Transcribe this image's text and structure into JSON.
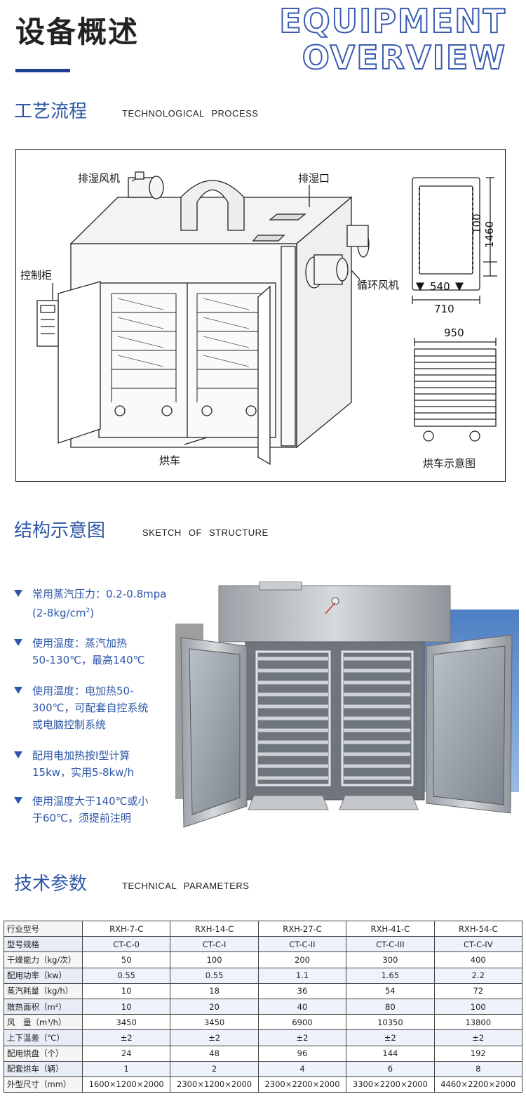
{
  "header": {
    "title_cn": "设备概述",
    "title_en_line1": "EQUIPMENT",
    "title_en_line2": "OVERVIEW",
    "accent_color": "#2d56a8"
  },
  "process": {
    "title_cn": "工艺流程",
    "title_en": "TECHNOLOGICAL PROCESS",
    "labels": {
      "dehumid_fan": "排湿风机",
      "dehumid_port": "排湿口",
      "control_cabinet": "控制柜",
      "circulation_fan": "循环风机",
      "cart": "烘车",
      "cart_diagram": "烘车示意图"
    },
    "dims": {
      "d100": "100",
      "d1460": "1460",
      "d540": "540",
      "d710": "710",
      "d950": "950"
    }
  },
  "structure": {
    "title_cn": "结构示意图",
    "title_en": "SKETCH OF STRUCTURE",
    "bullets": [
      {
        "line1": "常用蒸汽压力：0.2-0.8mpa",
        "line2": "(2-8kg/cm",
        "sup": "2",
        "tail": ")"
      },
      {
        "line1": "使用温度：蒸汽加热",
        "line2": "50-130℃，最高140℃"
      },
      {
        "line1": "使用温度：电加热50-",
        "line2": "300℃，可配套自控系统",
        "line3": "或电脑控制系统"
      },
      {
        "line1": "配用电加热按Ⅰ型计算",
        "line2": "15kw，实用5-8kw/h"
      },
      {
        "line1": "使用温度大于140℃或小",
        "line2": "于60℃，须提前注明"
      }
    ]
  },
  "params": {
    "title_cn": "技术参数",
    "title_en": "TECHNICAL PARAMETERS",
    "rows": [
      {
        "label": "行业型号",
        "values": [
          "RXH-7-C",
          "RXH-14-C",
          "RXH-27-C",
          "RXH-41-C",
          "RXH-54-C"
        ]
      },
      {
        "label": "型号规格",
        "values": [
          "CT-C-0",
          "CT-C-I",
          "CT-C-II",
          "CT-C-III",
          "CT-C-IV"
        ]
      },
      {
        "label": "干燥能力（kg/次）",
        "values": [
          "50",
          "100",
          "200",
          "300",
          "400"
        ]
      },
      {
        "label": "配用功率（kw）",
        "values": [
          "0.55",
          "0.55",
          "1.1",
          "1.65",
          "2.2"
        ]
      },
      {
        "label": "蒸汽耗量（kg/h）",
        "values": [
          "10",
          "18",
          "36",
          "54",
          "72"
        ]
      },
      {
        "label": "散热面积（m²）",
        "values": [
          "10",
          "20",
          "40",
          "80",
          "100"
        ]
      },
      {
        "label": "风　量（m³/h）",
        "values": [
          "3450",
          "3450",
          "6900",
          "10350",
          "13800"
        ]
      },
      {
        "label": "上下温差（℃）",
        "values": [
          "±2",
          "±2",
          "±2",
          "±2",
          "±2"
        ]
      },
      {
        "label": "配用烘盘（个）",
        "values": [
          "24",
          "48",
          "96",
          "144",
          "192"
        ]
      },
      {
        "label": "配套烘车（辆）",
        "values": [
          "1",
          "2",
          "4",
          "6",
          "8"
        ]
      },
      {
        "label": "外型尺寸（mm）",
        "values": [
          "1600×1200×2000",
          "2300×1200×2000",
          "2300×2200×2000",
          "3300×2200×2000",
          "4460×2200×2000"
        ]
      }
    ]
  }
}
